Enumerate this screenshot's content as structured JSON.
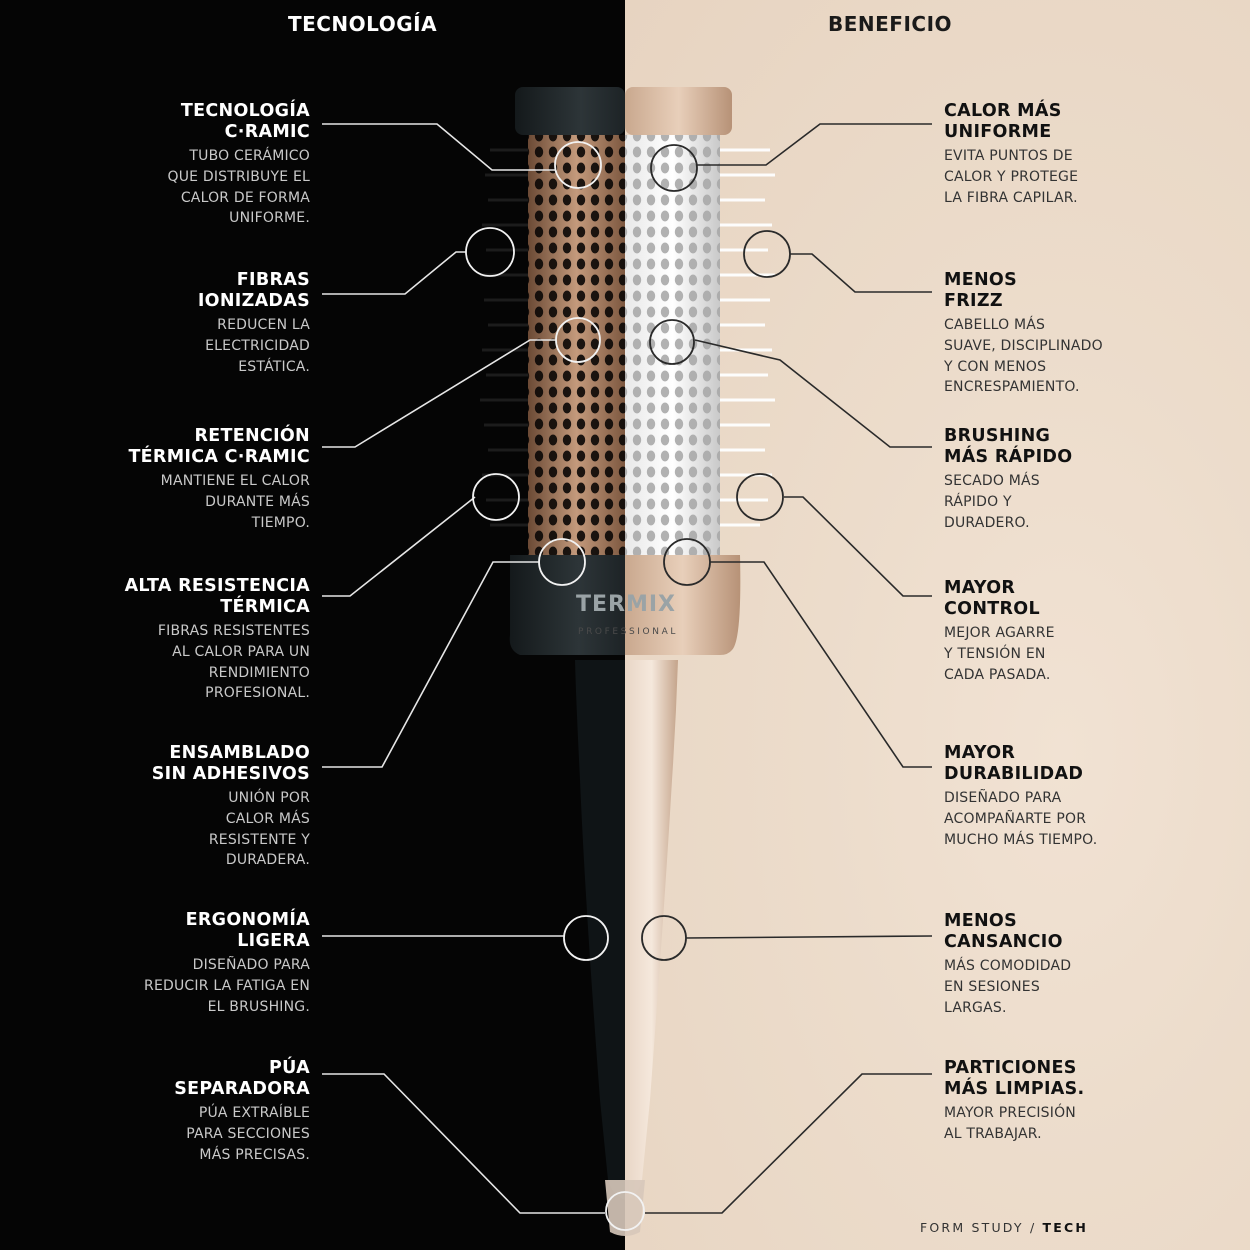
{
  "header": {
    "left_title": "TECNOLOGÍA",
    "right_title": "BENEFICIO"
  },
  "brand": {
    "name": "TERMIX",
    "sub": "PROFESSIONAL"
  },
  "technologies": [
    {
      "title": "TECNOLOGÍA\nC·RAMIC",
      "desc": "TUBO CERÁMICO\nQUE DISTRIBUYE EL\nCALOR DE FORMA\nUNIFORME."
    },
    {
      "title": "FIBRAS\nIONIZADAS",
      "desc": "REDUCEN LA\nELECTRICIDAD\nESTÁTICA."
    },
    {
      "title": "RETENCIÓN\nTÉRMICA C·RAMIC",
      "desc": "MANTIENE EL CALOR\nDURANTE MÁS\nTIEMPO."
    },
    {
      "title": "ALTA RESISTENCIA\nTÉRMICA",
      "desc": "FIBRAS RESISTENTES\nAL CALOR PARA UN\nRENDIMIENTO\nPROFESIONAL."
    },
    {
      "title": "ENSAMBLADO\nSIN ADHESIVOS",
      "desc": "UNIÓN POR\nCALOR MÁS\nRESISTENTE Y\nDURADERA."
    },
    {
      "title": "ERGONOMÍA\nLIGERA",
      "desc": "DISEÑADO PARA\nREDUCIR LA FATIGA EN\nEL BRUSHING."
    },
    {
      "title": "PÚA\nSEPARADORA",
      "desc": "PÚA EXTRAÍBLE\nPARA SECCIONES\nMÁS PRECISAS."
    }
  ],
  "benefits": [
    {
      "title": "CALOR MÁS\nUNIFORME",
      "desc": "EVITA PUNTOS DE\nCALOR Y PROTEGE\nLA FIBRA CAPILAR."
    },
    {
      "title": "MENOS\nFRIZZ",
      "desc": "CABELLO MÁS\nSUAVE, DISCIPLINADO\nY CON MENOS\nENCRESPAMIENTO."
    },
    {
      "title": "BRUSHING\nMÁS RÁPIDO",
      "desc": "SECADO MÁS\nRÁPIDO Y\nDURADERO."
    },
    {
      "title": "MAYOR\nCONTROL",
      "desc": "MEJOR AGARRE\nY TENSIÓN EN\nCADA PASADA."
    },
    {
      "title": "MAYOR\nDURABILIDAD",
      "desc": "DISEÑADO PARA\nACOMPAÑARTE POR\nMUCHO MÁS TIEMPO."
    },
    {
      "title": "MENOS\nCANSANCIO",
      "desc": "MÁS COMODIDAD\nEN SESIONES\nLARGAS."
    },
    {
      "title": "PARTICIONES\nMÁS LIMPIAS.",
      "desc": "MAYOR PRECISIÓN\nAL TRABAJAR."
    }
  ],
  "footer": {
    "label": "FORM STUDY /",
    "tag": "TECH"
  }
}
